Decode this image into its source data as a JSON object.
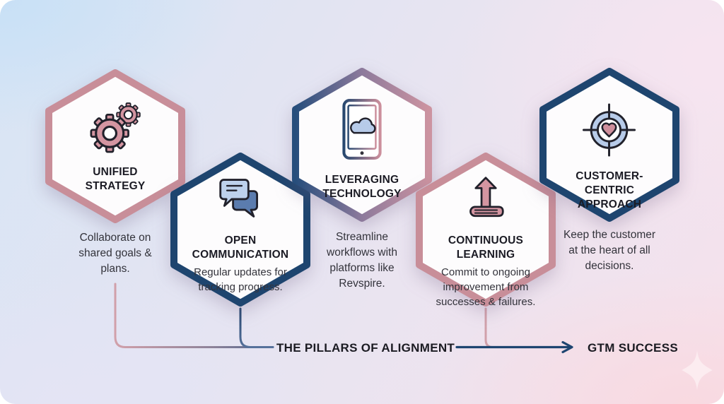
{
  "accent": {
    "pink": "#c88e99",
    "navy": "#1e456f"
  },
  "pillars": [
    {
      "id": "unified-strategy",
      "title": "UNIFIED\nSTRATEGY",
      "description": "Collaborate on\nshared goals &\nplans.",
      "icon": "gears-icon",
      "border": "pink",
      "description_placement": "below"
    },
    {
      "id": "open-communication",
      "title": "OPEN\nCOMMUNICATION",
      "description": "Regular updates for\ntracking progress.",
      "icon": "chat-bubbles-icon",
      "border": "navy",
      "description_placement": "inside"
    },
    {
      "id": "leveraging-technology",
      "title": "LEVERAGING\nTECHNOLOGY",
      "description": "Streamline\nworkflows with\nplatforms like\nRevspire.",
      "icon": "tablet-cloud-icon",
      "border": "gradient-navy-pink",
      "description_placement": "below"
    },
    {
      "id": "continuous-learning",
      "title": "CONTINUOUS\nLEARNING",
      "description": "Commit to ongoing\nimprovement from\nsuccesses & failures.",
      "icon": "book-arrow-icon",
      "border": "pink",
      "description_placement": "inside"
    },
    {
      "id": "customer-centric-approach",
      "title": "CUSTOMER-CENTRIC\nAPPROACH",
      "description": "Keep the customer\nat the heart of all\ndecisions.",
      "icon": "target-heart-icon",
      "border": "navy",
      "description_placement": "below"
    }
  ],
  "footer": {
    "left_label": "THE PILLARS OF ALIGNMENT",
    "right_label": "GTM SUCCESS"
  }
}
